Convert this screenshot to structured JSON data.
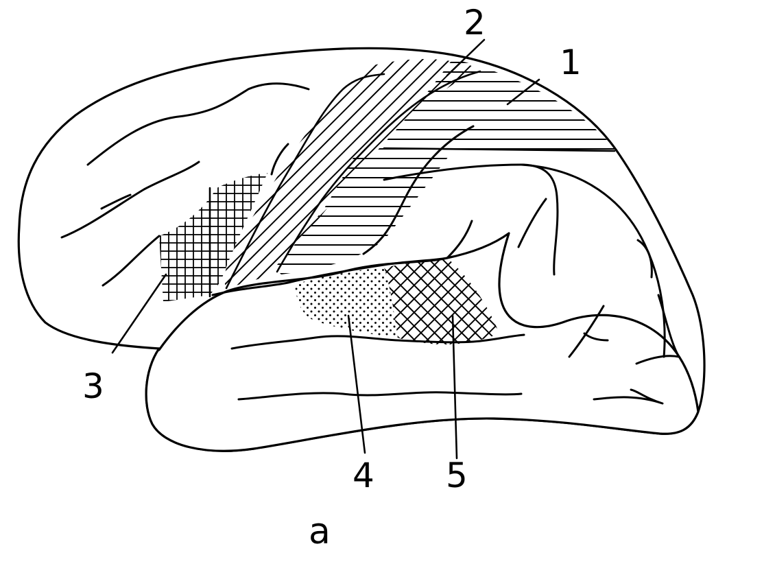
{
  "diagram": {
    "regions": [
      {
        "id": 1,
        "label": "1",
        "pattern": "horizontal-hatch"
      },
      {
        "id": 2,
        "label": "2",
        "pattern": "diagonal-hatch"
      },
      {
        "id": 3,
        "label": "3",
        "pattern": "square-grid"
      },
      {
        "id": 4,
        "label": "4",
        "pattern": "dots"
      },
      {
        "id": 5,
        "label": "5",
        "pattern": "cross-hatch"
      }
    ],
    "caption": "a"
  },
  "colors": {
    "ink": "#000000",
    "paper": "#ffffff"
  }
}
